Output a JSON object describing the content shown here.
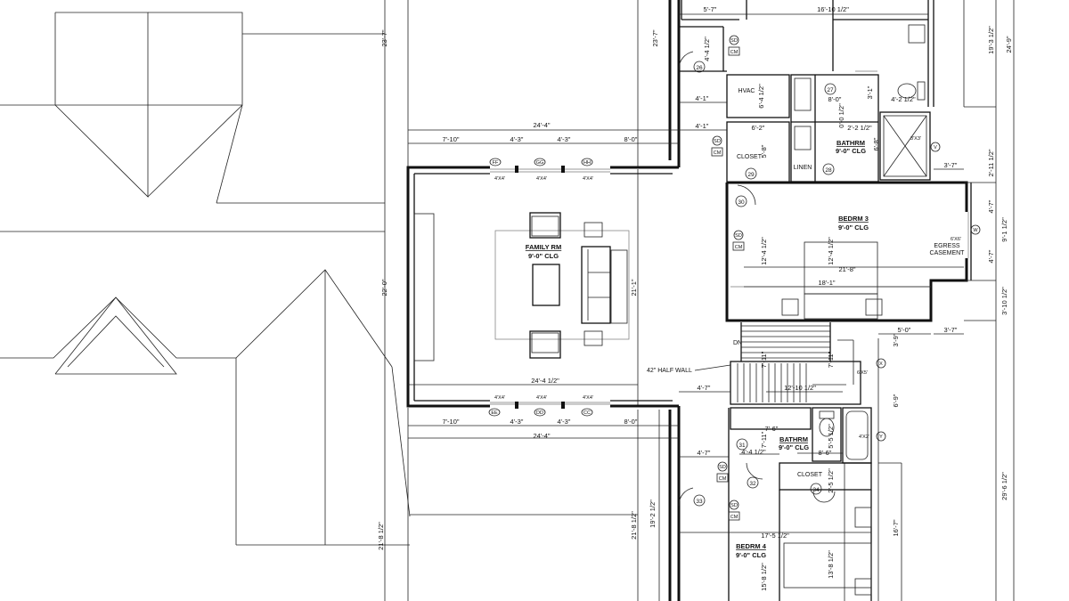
{
  "rooms": {
    "family": {
      "name": "FAMILY RM",
      "ceiling": "9'-0\" CLG"
    },
    "bath": {
      "name": "BATHRM",
      "ceiling": "9'-0\" CLG"
    },
    "bed3": {
      "name": "BEDRM 3",
      "ceiling": "9'-0\" CLG"
    },
    "bath2": {
      "name": "BATHRM",
      "ceiling": "9'-0\" CLG"
    },
    "bed4": {
      "name": "BEDRM 4",
      "ceiling": "9'-0\" CLG"
    },
    "hvac": "HVAC",
    "closet1": "CLOSET",
    "linen": "LINEN",
    "closet2": "CLOSET"
  },
  "notes": {
    "half_wall": "42\" HALF WALL",
    "dn": "DN",
    "egress": "EGRESS",
    "casement": "CASEMENT"
  },
  "dims": {
    "d_5_7": "5'-7\"",
    "d_16_10h": "16'-10 1/2\"",
    "d_23_7a": "23'-7\"",
    "d_23_7b": "23'-7\"",
    "d_4_4h": "4'-4 1/2\"",
    "d_19_3h": "19'-3 1/2\"",
    "d_24_9": "24'-9\"",
    "d_4_1a": "4'-1\"",
    "d_6_4h": "6'-4 1/2\"",
    "d_8_0a": "8'-0\"",
    "d_3_1": "3'-1\"",
    "d_4_2h": "4'-2 1/2\"",
    "d_24_4a": "24'-4\"",
    "d_7_10a": "7'-10\"",
    "d_4_3a": "4'-3\"",
    "d_4_3b": "4'-3\"",
    "d_8_0b": "8'-0\"",
    "d_4_1b": "4'-1\"",
    "d_6_2": "6'-2\"",
    "d_0_0h": "0'-0 1/2\"",
    "d_2_2h": "2'-2 1/2\"",
    "d_5_8": "5'-8\"",
    "d_6_8": "6'-8\"",
    "d_3_7a": "3'-7\"",
    "d_2_11h": "2'-11 1/2\"",
    "d_22_0": "22'-0\"",
    "d_21_1": "21'-1\"",
    "d_12_4ha": "12'-4 1/2\"",
    "d_12_4hb": "12'-4 1/2\"",
    "d_21_8": "21'-8\"",
    "d_18_1": "18'-1\"",
    "d_4_7a": "4'-7\"",
    "d_9_1h": "9'-1 1/2\"",
    "d_4_7b": "4'-7\"",
    "d_3_10h": "3'-10 1/2\"",
    "d_24_4hb": "24'-4 1/2\"",
    "d_5_0": "5'-0\"",
    "d_3_7b": "3'-7\"",
    "d_3_9": "3'-9\"",
    "d_7_11a": "7'-11\"",
    "d_7_11b": "7'-11\"",
    "d_12_10h": "12'-10 1/2\"",
    "d_4_7c": "4'-7\"",
    "d_6_9": "6'-9\"",
    "d_7_10b": "7'-10\"",
    "d_4_3c": "4'-3\"",
    "d_4_3d": "4'-3\"",
    "d_8_0c": "8'-0\"",
    "d_24_4c": "24'-4\"",
    "d_7_6": "7'-6\"",
    "d_5_5h": "5'-5 1/2\"",
    "d_7_11c": "7'-11\"",
    "d_4_4hb": "4'-4 1/2\"",
    "d_8_6": "8'-6\"",
    "d_4_7d": "4'-7\"",
    "d_2_5h": "2'-5 1/2\"",
    "d_21_8h": "21'-8 1/2\"",
    "d_19_2h": "19'-2 1/2\"",
    "d_17_5h": "17'-5 1/2\"",
    "d_16_7": "16'-7\"",
    "d_15_8h": "15'-8 1/2\"",
    "d_13_8h": "13'-8 1/2\"",
    "d_29_6h": "29'-6 1/2\""
  },
  "windows": {
    "w4x4": "4'X4'",
    "w3x3": "3'X3'",
    "w6x6a": "6'X6'",
    "w6x6b": "6'X5'",
    "w4x2": "4'X2'"
  },
  "tags": {
    "t_ff": "FF",
    "t_gg": "GG",
    "t_hh": "HH",
    "t_ee": "EE",
    "t_dd": "DD",
    "t_cc": "CC",
    "t_v": "V",
    "t_w": "W",
    "t_x": "X",
    "t_y": "Y"
  },
  "doors": {
    "n26": "26",
    "n27": "27",
    "n28": "28",
    "n29": "29",
    "n30": "30",
    "n31": "31",
    "n32": "32",
    "n33": "33",
    "n34": "34"
  },
  "devices": {
    "sd": "SD",
    "cm": "CM"
  }
}
